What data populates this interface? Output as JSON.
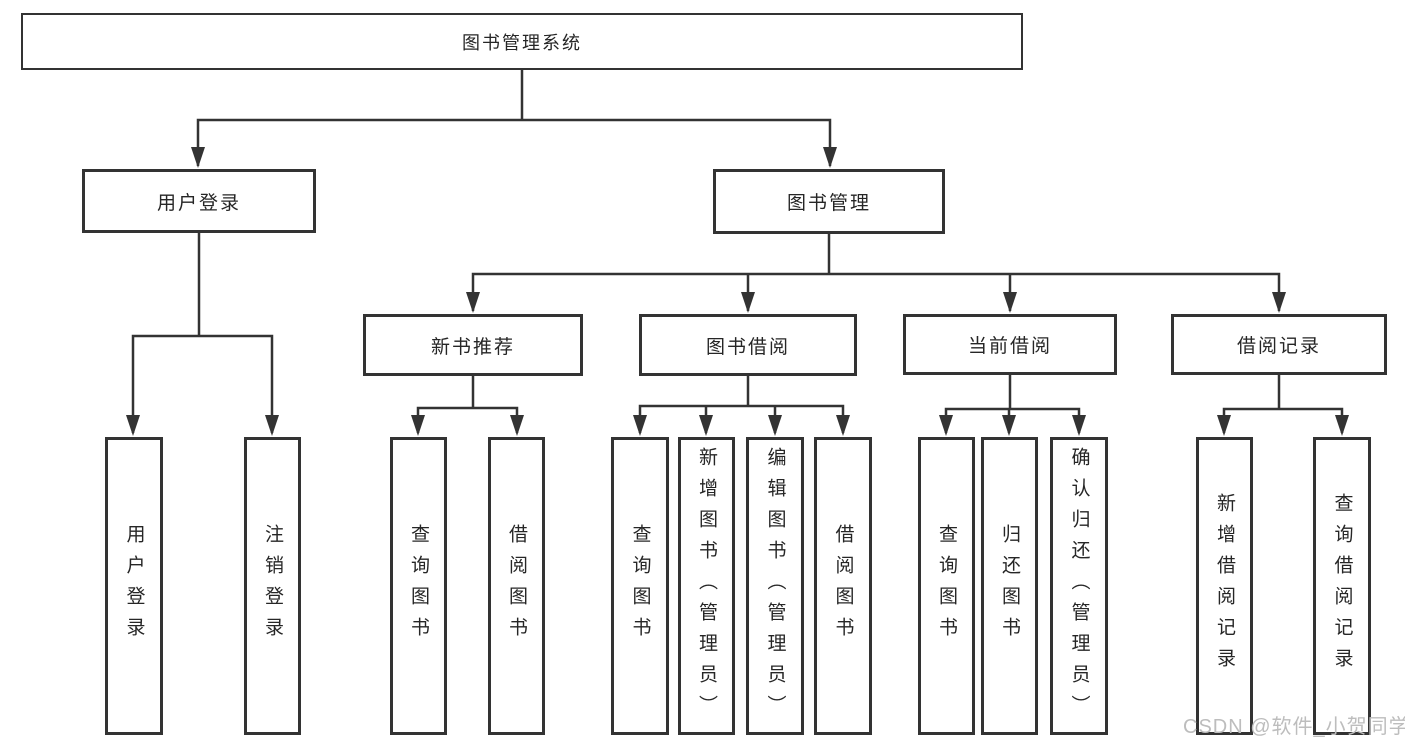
{
  "tree": {
    "label": "图书管理系统",
    "children": [
      {
        "label": "用户登录",
        "children": [
          {
            "label": "用户登录"
          },
          {
            "label": "注销登录"
          }
        ]
      },
      {
        "label": "图书管理",
        "children": [
          {
            "label": "新书推荐",
            "children": [
              {
                "label": "查询图书"
              },
              {
                "label": "借阅图书"
              }
            ]
          },
          {
            "label": "图书借阅",
            "children": [
              {
                "label": "查询图书"
              },
              {
                "label": "新增图书（管理员）"
              },
              {
                "label": "编辑图书（管理员）"
              },
              {
                "label": "借阅图书"
              }
            ]
          },
          {
            "label": "当前借阅",
            "children": [
              {
                "label": "查询图书"
              },
              {
                "label": "归还图书"
              },
              {
                "label": "确认归还（管理员）"
              }
            ]
          },
          {
            "label": "借阅记录",
            "children": [
              {
                "label": "新增借阅记录"
              },
              {
                "label": "查询借阅记录"
              }
            ]
          }
        ]
      }
    ]
  },
  "watermark": "CSDN @软件_小贺同学",
  "colors": {
    "line": "#333333",
    "box_border": "#333333",
    "box_background": "#ffffff",
    "text": "#262626",
    "watermark": "#bdbdbd"
  }
}
